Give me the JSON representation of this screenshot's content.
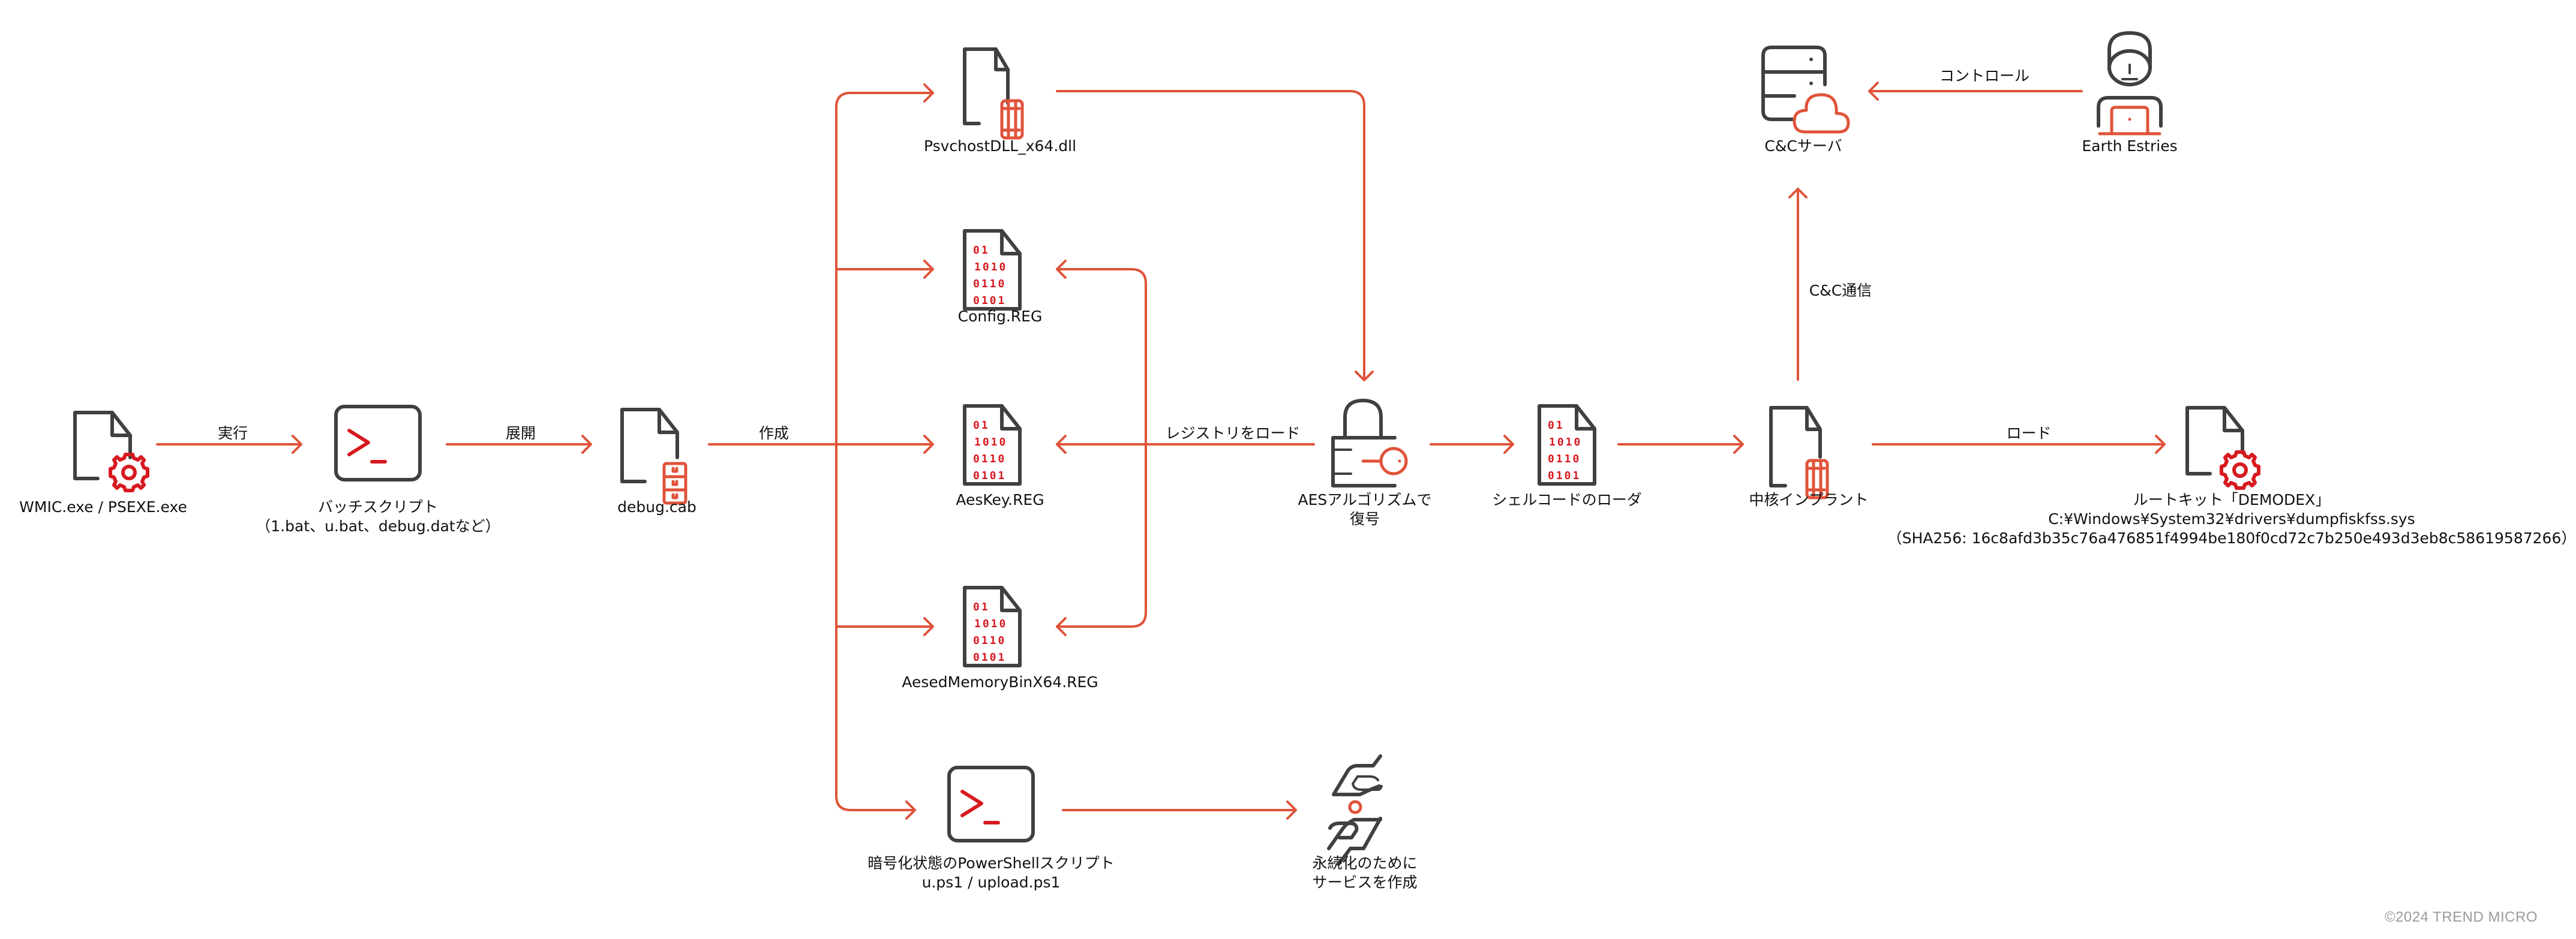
{
  "colors": {
    "arrow": "#e0533a",
    "icon_outline": "#404040",
    "icon_accent": "#d71920",
    "text": "#111111",
    "copyright": "#9a9a9a"
  },
  "nodes": {
    "wmic": {
      "icon": "executable-file-gear-icon",
      "lines": [
        "WMIC.exe / PSEXE.exe"
      ]
    },
    "batch": {
      "icon": "terminal-icon",
      "lines": [
        "バッチスクリプト",
        "（1.bat、u.bat、debug.datなど）"
      ]
    },
    "debug_cab": {
      "icon": "archive-file-icon",
      "lines": [
        "debug.cab"
      ]
    },
    "psvchost_dll": {
      "icon": "dll-file-icon",
      "lines": [
        "PsvchostDLL_x64.dll"
      ]
    },
    "config_reg": {
      "icon": "binary-file-icon",
      "lines": [
        "Config.REG"
      ]
    },
    "aeskey_reg": {
      "icon": "binary-file-icon",
      "lines": [
        "AesKey.REG"
      ]
    },
    "aesed_reg": {
      "icon": "binary-file-icon",
      "lines": [
        "AesedMemoryBinX64.REG"
      ]
    },
    "powershell": {
      "icon": "terminal-icon",
      "lines": [
        "暗号化状態のPowerShellスクリプト",
        "u.ps1 / upload.ps1"
      ]
    },
    "service": {
      "icon": "hands-protect-icon",
      "lines": [
        "永続化のために",
        "サービスを作成"
      ]
    },
    "aes_decrypt": {
      "icon": "lock-key-icon",
      "lines": [
        "AESアルゴリズムで",
        "復号"
      ]
    },
    "shellcode_loader": {
      "icon": "binary-file-icon",
      "lines": [
        "シェルコードのローダ"
      ]
    },
    "core_implant": {
      "icon": "dll-file-icon",
      "lines": [
        "中核インプラント"
      ]
    },
    "rootkit": {
      "icon": "executable-file-gear-icon",
      "lines": [
        "ルートキット「DEMODEX」",
        "C:¥Windows¥System32¥drivers¥dumpfiskfss.sys",
        "（SHA256: 16c8afd3b35c76a476851f4994be180f0cd72c7b250e493d3eb8c58619587266）"
      ]
    },
    "cc_server": {
      "icon": "server-cloud-icon",
      "lines": [
        "C&Cサーバ"
      ]
    },
    "earth_estries": {
      "icon": "hacker-laptop-icon",
      "lines": [
        "Earth Estries"
      ]
    }
  },
  "edges": {
    "execute": "実行",
    "extract": "展開",
    "create": "作成",
    "load_registry": "レジストリをロード",
    "load": "ロード",
    "cc_comm": "C&C通信",
    "control": "コントロール"
  },
  "binary_glyph_rows": [
    "01",
    "1010",
    "0110",
    "0101"
  ],
  "copyright": "©2024 TREND MICRO"
}
